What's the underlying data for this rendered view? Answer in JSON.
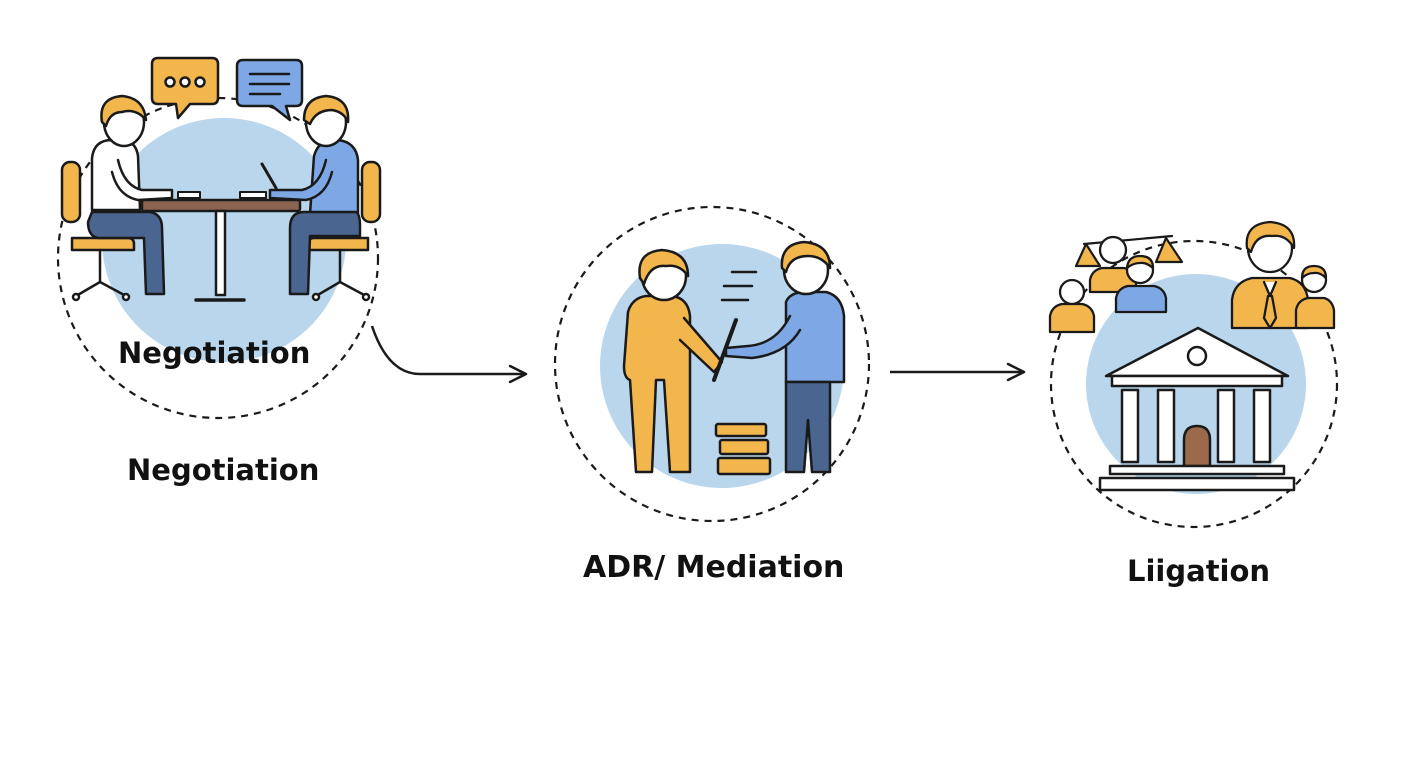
{
  "stages": [
    {
      "id": "negotiation",
      "inner_label": "Negotiation",
      "caption": "Negotiation",
      "icon": "negotiation-table-icon"
    },
    {
      "id": "adr",
      "caption": "ADR/ Mediation",
      "icon": "mediation-handshake-icon"
    },
    {
      "id": "litigation",
      "caption": "Liigation",
      "icon": "courthouse-icon"
    }
  ],
  "colors": {
    "outline": "#1a1a1a",
    "blue_bg": "#b9d6ec",
    "orange": "#f2b64c",
    "blue_person": "#7ea7e6",
    "navy": "#4a6690",
    "table_wood": "#8a6450",
    "door": "#9a6a4a"
  }
}
